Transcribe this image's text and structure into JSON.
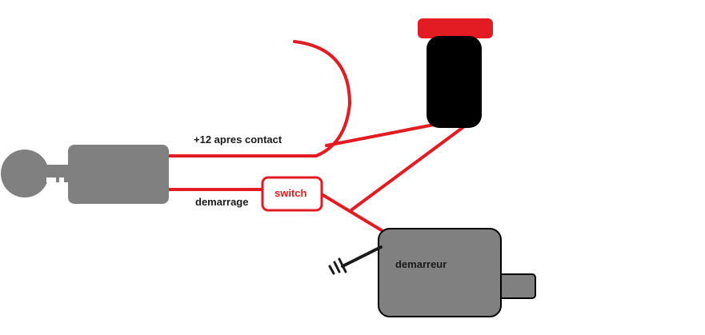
{
  "labels": {
    "ignition_wire": "+12 apres contact",
    "start_wire": "demarrage",
    "switch": "switch",
    "starter": "demarreur"
  },
  "icons": {
    "ignition_key": "key-icon",
    "ignition_lock": "ignition-lock-icon",
    "push_button": "push-button-icon",
    "ground": "ground-icon",
    "starter_motor": "starter-motor-icon"
  },
  "colors": {
    "wire": "#e31b23",
    "body_gray": "#808080",
    "button_cap": "#e31b23",
    "button_body": "#000000",
    "text_dark": "#1a1a1a",
    "text_red": "#e31b23"
  }
}
